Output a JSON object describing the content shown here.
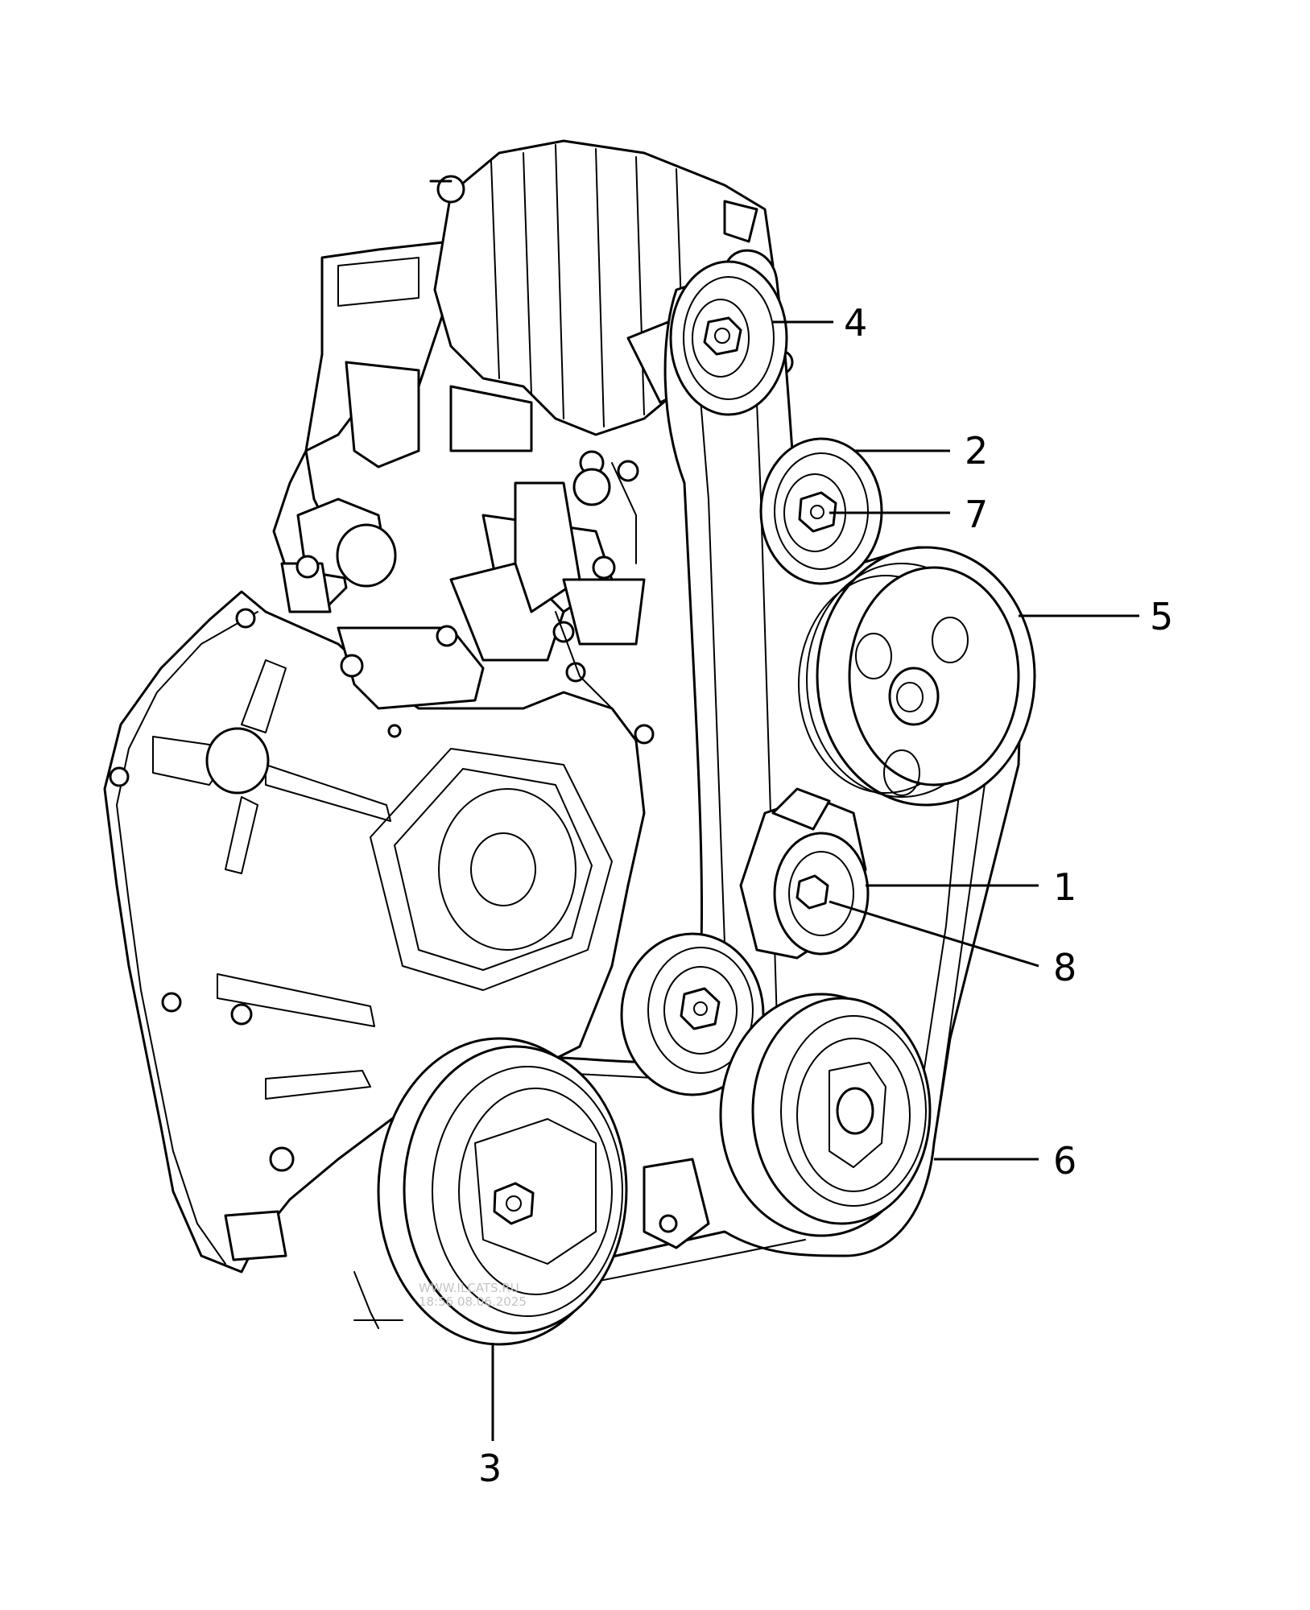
{
  "callouts": [
    {
      "id": "1",
      "label": "1"
    },
    {
      "id": "2",
      "label": "2"
    },
    {
      "id": "3",
      "label": "3"
    },
    {
      "id": "4",
      "label": "4"
    },
    {
      "id": "5",
      "label": "5"
    },
    {
      "id": "6",
      "label": "6"
    },
    {
      "id": "7",
      "label": "7"
    },
    {
      "id": "8",
      "label": "8"
    }
  ],
  "watermark": {
    "line1": "WWW.ILCATS.RU",
    "line2": "18:56 08.06.2025"
  }
}
